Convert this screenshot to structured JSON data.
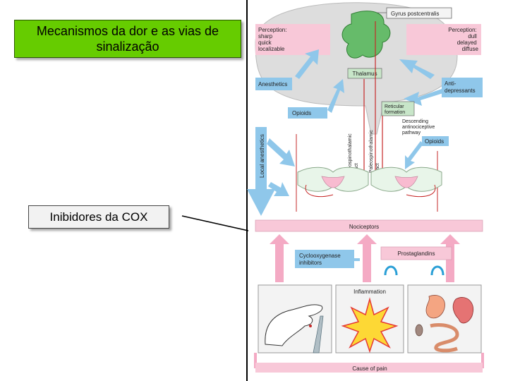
{
  "slide": {
    "title": "Mecanismos da dor e as vias de sinalização",
    "callout": "Inibidores da COX"
  },
  "figure": {
    "gyrus": "Gyrus postcentralis",
    "perception_left": [
      "Perception:",
      "sharp",
      "quick",
      "localizable"
    ],
    "perception_right": [
      "Perception:",
      "dull",
      "delayed",
      "diffuse"
    ],
    "thalamus": "Thalamus",
    "anesthetics": "Anesthetics",
    "antidepressants": [
      "Anti-",
      "depressants"
    ],
    "reticular": [
      "Reticular",
      "formation"
    ],
    "opioids_left": "Opioids",
    "opioids_right": "Opioids",
    "descending": [
      "Descending",
      "antinociceptive",
      "pathway"
    ],
    "neo_tract": [
      "Neospinothalamic",
      "tract"
    ],
    "paleo_tract": [
      "Paleospinothalamic",
      "tract"
    ],
    "local_anesthetics": "Local anesthetics",
    "nociceptors": "Nociceptors",
    "cox_inhibitor": [
      "Cyclooxygenase",
      "inhibitors"
    ],
    "prostaglandins": "Prostaglandins",
    "inflammation": "Inflammation",
    "cause_of_pain": "Cause of pain"
  }
}
